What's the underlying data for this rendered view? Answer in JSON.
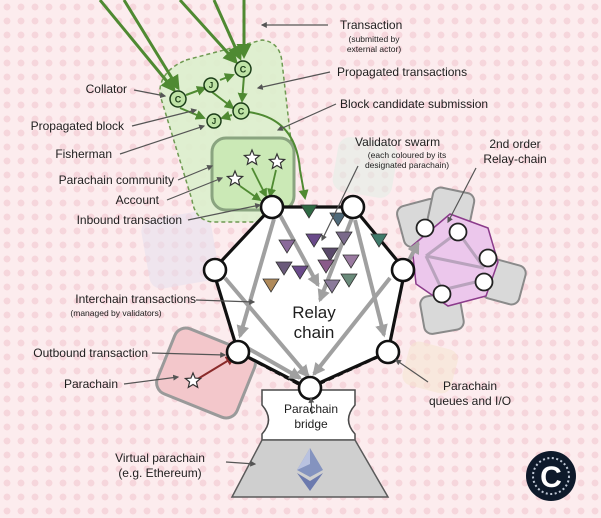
{
  "labels": {
    "transaction": "Transaction",
    "transaction_note_1": "(submitted by",
    "transaction_note_2": "external actor)",
    "propagated_transactions": "Propagated transactions",
    "block_candidate_submission": "Block candidate submission",
    "collator": "Collator",
    "propagated_block": "Propagated block",
    "fisherman": "Fisherman",
    "parachain_community": "Parachain community",
    "account": "Account",
    "inbound_transaction": "Inbound transaction",
    "validator_swarm": "Validator swarm",
    "validator_swarm_note_1": "(each coloured by its",
    "validator_swarm_note_2": "designated parachain)",
    "second_order_1": "2nd order",
    "second_order_2": "Relay-chain",
    "interchain_transactions": "Interchain transactions",
    "interchain_note": "(managed by validators)",
    "relay_chain_1": "Relay",
    "relay_chain_2": "chain",
    "outbound_transaction": "Outbound transaction",
    "parachain": "Parachain",
    "parachain_queues_1": "Parachain",
    "parachain_queues_2": "queues and I/O",
    "parachain_bridge_1": "Parachain",
    "parachain_bridge_2": "bridge",
    "virtual_parachain_1": "Virtual parachain",
    "virtual_parachain_2": "(e.g. Ethereum)"
  },
  "node_letters": {
    "collator": "C",
    "fisherman": "J"
  },
  "logo": {
    "letter": "C"
  },
  "colors": {
    "background": "#fcecee",
    "relay_fill": "#ffffff",
    "relay_stroke": "#111111",
    "community_fill": "#dcefcc",
    "community_stroke": "#6f9a52",
    "account_fill": "#cbe9b6",
    "account_stroke": "#8aa480",
    "transaction_arrow": "#4f8a32",
    "node_fill": "#bfe3a6",
    "parachain_fill": "#f3c7cb",
    "second_order_fill": "#ecc7ec",
    "second_order_stroke": "#8b3b8b",
    "virtual_fill": "#cfcfcf",
    "internal_arrow": "#9a9a9a",
    "logo_bg": "#0e1a2b"
  },
  "icons": {
    "star": "star-icon",
    "triangle": "validator-triangle-icon",
    "ethereum": "ethereum-diamond-icon",
    "logo": "polkadot-c-logo-icon"
  }
}
